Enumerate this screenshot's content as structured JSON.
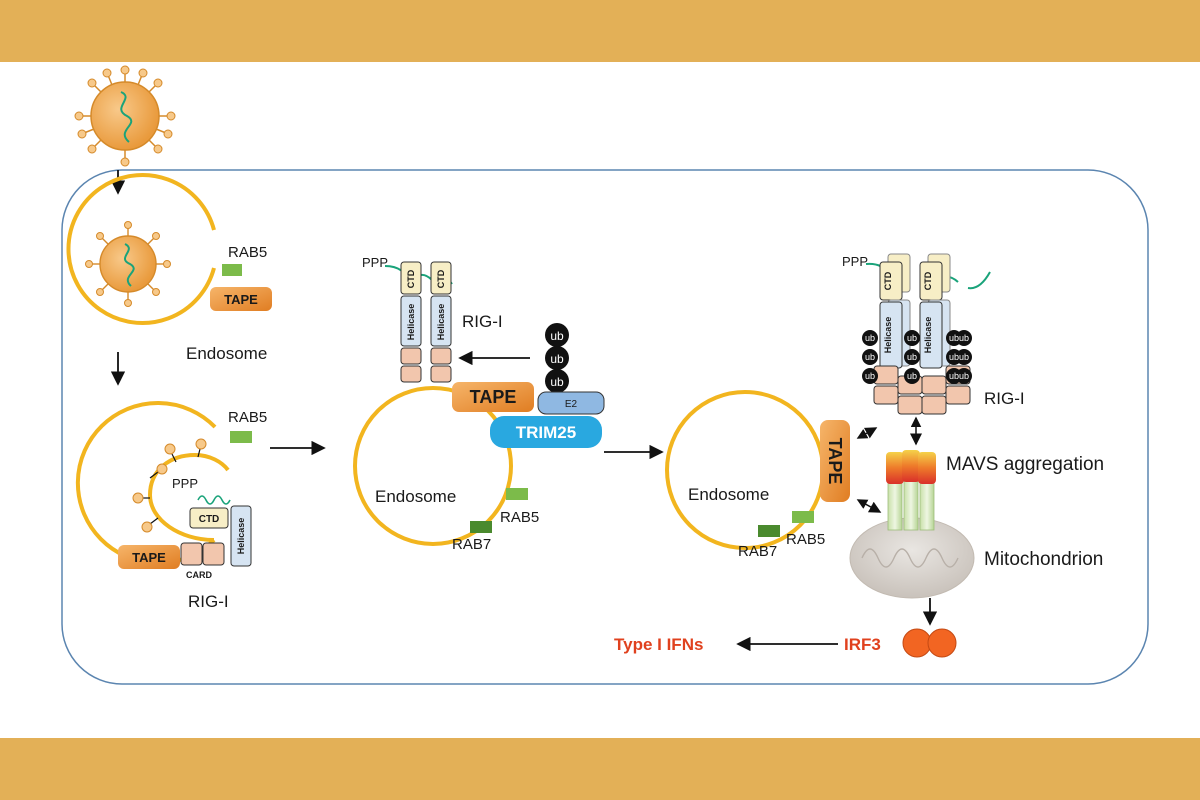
{
  "colors": {
    "band": "#e3b057",
    "membrane": "#f2b51f",
    "tape": "#e98e2f",
    "rab_light": "#7cbb4a",
    "rab_dark": "#4a8a2e",
    "trim25": "#29a8e0",
    "e2": "#8fb8e2",
    "ctd": "#f7eec6",
    "helicase": "#d6e4f2",
    "card": "#f2c6ad",
    "ub": "#111111",
    "irf3": "#f26522",
    "label_red": "#e0411e",
    "frame": "#5b85b0"
  },
  "labels": {
    "rab5_a": "RAB5",
    "tape_a": "TAPE",
    "endosome_a": "Endosome",
    "rab5_b": "RAB5",
    "ppp_b": "PPP",
    "ctd_b": "CTD",
    "helicase_b": "Helicase",
    "tape_b": "TAPE",
    "card_b": "CARD",
    "rigi_b": "RIG-I",
    "ppp_c": "PPP",
    "ctd_c": "CTD",
    "helicase_c": "Helicase",
    "rigi_c": "RIG-I",
    "ub": "ub",
    "tape_c": "TAPE",
    "e2": "E2",
    "trim25": "TRIM25",
    "endosome_c": "Endosome",
    "rab5_c": "RAB5",
    "rab7_c": "RAB7",
    "ppp_d": "PPP",
    "ctd_d": "CTD",
    "helicase_d": "Helicase",
    "rigi_d": "RIG-I",
    "tape_d": "TAPE",
    "mavs": "MAVS aggregation",
    "endosome_d": "Endosome",
    "rab7_d": "RAB7",
    "rab5_d": "RAB5",
    "mito": "Mitochondrion",
    "ifn": "Type I IFNs",
    "irf3": "IRF3"
  }
}
